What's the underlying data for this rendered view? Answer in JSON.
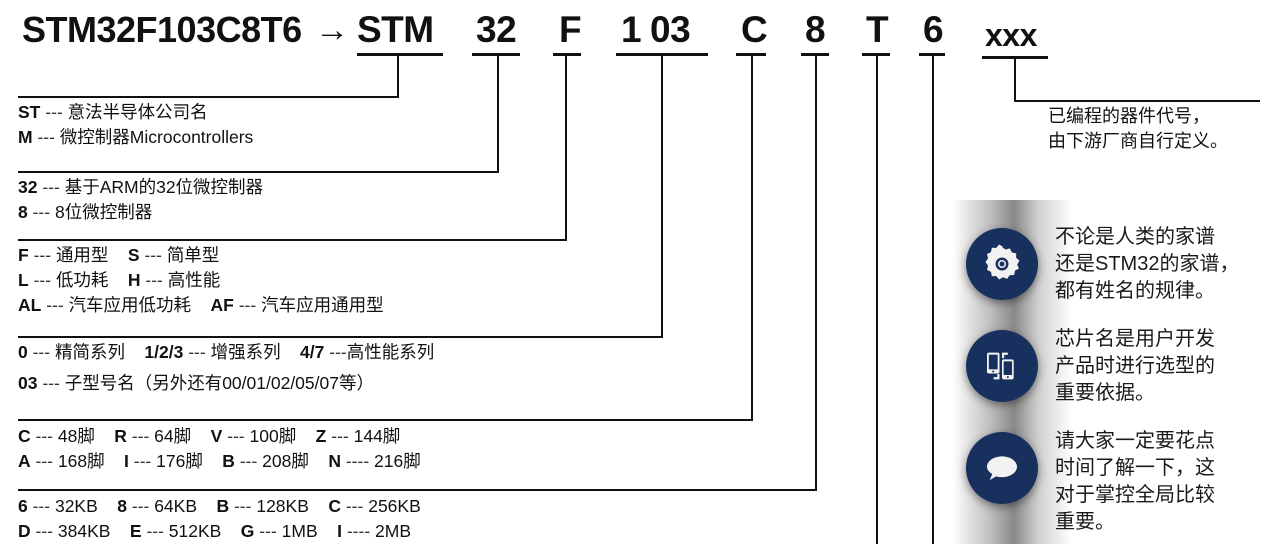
{
  "header": {
    "part_number": "STM32F103C8T6",
    "arrow": "→",
    "segments": [
      {
        "key": "stm",
        "label": "STM"
      },
      {
        "key": "32",
        "label": "32"
      },
      {
        "key": "f",
        "label": "F"
      },
      {
        "key": "1",
        "label": "1"
      },
      {
        "key": "03",
        "label": "03"
      },
      {
        "key": "c",
        "label": "C"
      },
      {
        "key": "8",
        "label": "8"
      },
      {
        "key": "t",
        "label": "T"
      },
      {
        "key": "6",
        "label": "6"
      },
      {
        "key": "xxx",
        "label": "xxx"
      }
    ]
  },
  "blocks": [
    {
      "key": "vendor",
      "lines": [
        {
          "code": "ST",
          "dash": "---",
          "text": "意法半导体公司名"
        },
        {
          "code": "M",
          "dash": "---",
          "text": "微控制器Microcontrollers"
        }
      ]
    },
    {
      "key": "bits",
      "lines": [
        {
          "code": "32",
          "dash": "---",
          "text": "基于ARM的32位微控制器"
        },
        {
          "code": "8",
          "dash": "---",
          "text": "8位微控制器"
        }
      ]
    },
    {
      "key": "family",
      "lines": [
        {
          "code": "F",
          "dash": "---",
          "text": "通用型",
          "code2": "S",
          "dash2": "---",
          "text2": "简单型"
        },
        {
          "code": "L",
          "dash": "---",
          "text": "低功耗",
          "code2": "H",
          "dash2": "---",
          "text2": "高性能"
        },
        {
          "code": "AL",
          "dash": "---",
          "text": "汽车应用低功耗",
          "code2": "AF",
          "dash2": "---",
          "text2": "汽车应用通用型"
        }
      ]
    },
    {
      "key": "series",
      "lines": [
        {
          "code": "0",
          "dash": "---",
          "text": "精简系列",
          "code2": "1/2/3",
          "dash2": "---",
          "text2": "增强系列",
          "code3": "4/7",
          "dash3": "---",
          "text3": "高性能系列"
        },
        {
          "code": "03",
          "dash": "---",
          "text": "子型号名（另外还有00/01/02/05/07等）"
        }
      ]
    },
    {
      "key": "pins",
      "lines": [
        {
          "code": "C",
          "dash": "---",
          "text": "48脚",
          "code2": "R",
          "dash2": "---",
          "text2": "64脚",
          "code3": "V",
          "dash3": "---",
          "text3": "100脚",
          "code4": "Z",
          "dash4": "---",
          "text4": "144脚"
        },
        {
          "code": "A",
          "dash": "---",
          "text": "168脚",
          "code2": "I",
          "dash2": "---",
          "text2": "176脚",
          "code3": "B",
          "dash3": "---",
          "text3": "208脚",
          "code4": "N",
          "dash4": "----",
          "text4": "216脚"
        }
      ]
    },
    {
      "key": "flash",
      "lines": [
        {
          "code": "6",
          "dash": "---",
          "text": "32KB",
          "code2": "8",
          "dash2": "---",
          "text2": "64KB",
          "code3": "B",
          "dash3": "---",
          "text3": "128KB",
          "code4": "C",
          "dash4": "---",
          "text4": "256KB"
        },
        {
          "code": "D",
          "dash": "---",
          "text": "384KB",
          "code2": "E",
          "dash2": "---",
          "text2": "512KB",
          "code3": "G",
          "dash3": "---",
          "text3": "1MB",
          "code4": "I",
          "dash4": "----",
          "text4": "2MB"
        }
      ]
    }
  ],
  "programmed_note": "已编程的器件代号，\n由下游厂商自行定义。",
  "bullets": [
    {
      "icon": "gear-icon",
      "text": "不论是人类的家谱\n还是STM32的家谱，\n都有姓名的规律。"
    },
    {
      "icon": "mobile-devices-icon",
      "text": "芯片名是用户开发\n产品时进行选型的\n重要依据。"
    },
    {
      "icon": "speech-bubble-icon",
      "text": "请大家一定要花点\n时间了解一下，这\n对于掌控全局比较\n重要。"
    }
  ],
  "colors": {
    "ink": "#111111",
    "bullet_circle": "#18305e",
    "background": "#ffffff"
  }
}
